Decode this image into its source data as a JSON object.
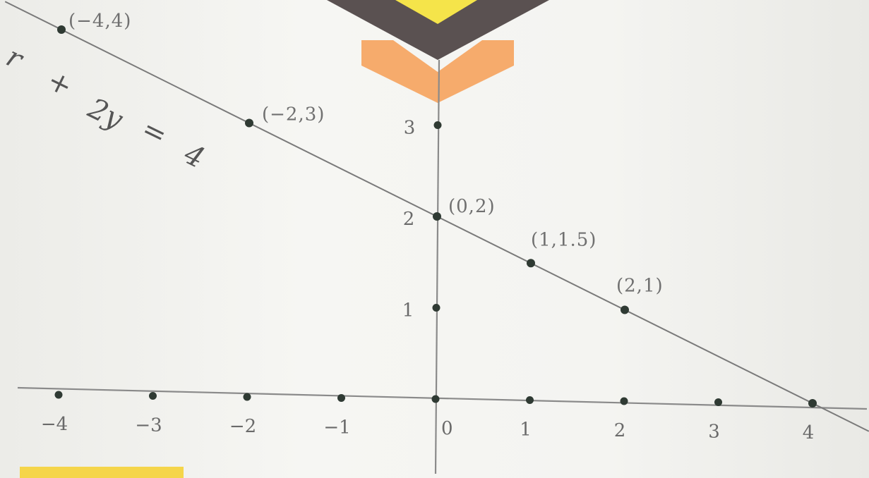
{
  "chart_data": {
    "type": "line",
    "equation_label": [
      "r",
      "+",
      "2y",
      "=",
      "4"
    ],
    "x_ticks": [
      {
        "value": -4,
        "label": "−4"
      },
      {
        "value": -3,
        "label": "−3"
      },
      {
        "value": -2,
        "label": "−2"
      },
      {
        "value": -1,
        "label": "−1"
      },
      {
        "value": 0,
        "label": "0"
      },
      {
        "value": 1,
        "label": "1"
      },
      {
        "value": 2,
        "label": "2"
      },
      {
        "value": 3,
        "label": "3"
      },
      {
        "value": 4,
        "label": "4"
      }
    ],
    "y_ticks": [
      {
        "value": 1,
        "label": "1"
      },
      {
        "value": 2,
        "label": "2"
      },
      {
        "value": 3,
        "label": "3"
      }
    ],
    "series": [
      {
        "points": [
          {
            "x": -4,
            "y": 4,
            "label": "(−4,4)"
          },
          {
            "x": -2,
            "y": 3,
            "label": "(−2,3)"
          },
          {
            "x": 0,
            "y": 2,
            "label": "(0,2)"
          },
          {
            "x": 1,
            "y": 1.5,
            "label": "(1,1.5)"
          },
          {
            "x": 2,
            "y": 1,
            "label": "(2,1)"
          },
          {
            "x": 4,
            "y": 0,
            "label": ""
          }
        ]
      }
    ],
    "line_color": "#7a7a7a",
    "point_color": "#2f3a33",
    "axis_color": "#8a8a8a",
    "grid": false,
    "legend": "none"
  },
  "decorations": {
    "top_diamond_outer": "#5a5151",
    "top_diamond_inner": "#f5e44a",
    "orange_chevron": "#f6ab6c",
    "bottom_bar": "#f5d54a"
  }
}
